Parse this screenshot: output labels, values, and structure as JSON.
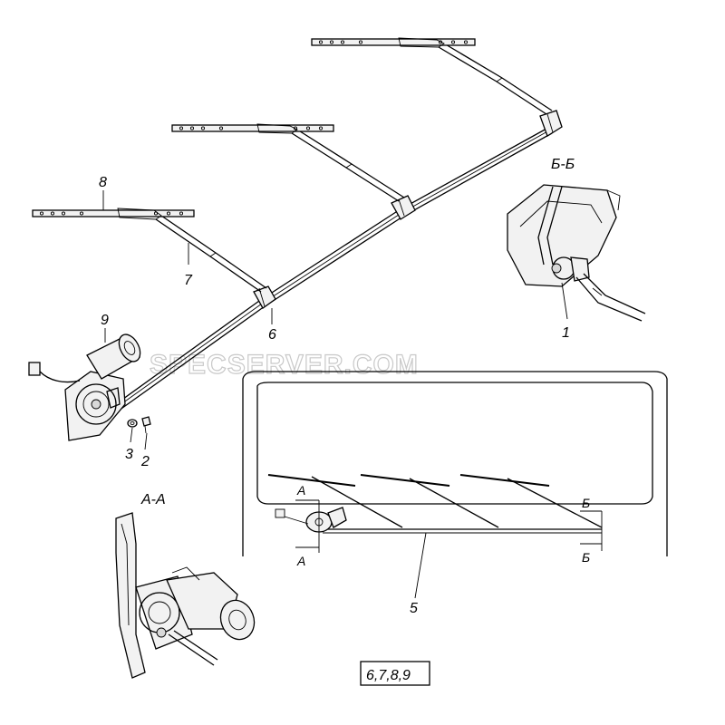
{
  "watermark": "SPECSERVER.COM",
  "callouts": {
    "c1": "1",
    "c2": "2",
    "c3": "3",
    "c5": "5",
    "c6": "6",
    "c7": "7",
    "c8": "8",
    "c9": "9"
  },
  "sections": {
    "view_aa": "А-А",
    "view_bb": "Б-Б",
    "mark_a": "А",
    "mark_b": "Б"
  },
  "boxed_note": "6,7,8,9"
}
